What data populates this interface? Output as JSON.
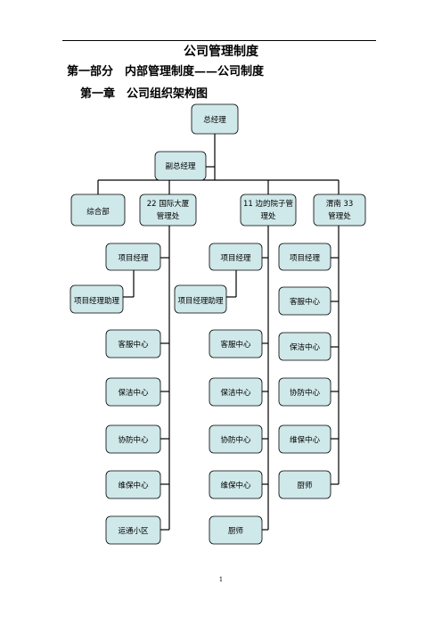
{
  "document": {
    "title": "公司管理制度",
    "part": "第一部分　内部管理制度——公司制度",
    "chapter": "第一章　公司组织架构图",
    "page_number": "1"
  },
  "org_chart": {
    "gm": "总经理",
    "deputy_gm": "副总经理",
    "depts": {
      "general": "综合部",
      "dept22": [
        "22 国际大厦",
        "管理处"
      ],
      "dept11": [
        "11 边的院子管",
        "理处"
      ],
      "weinan": [
        "渭南 33",
        "管理处"
      ]
    },
    "col22": {
      "pm": "项目经理",
      "pm_asst": "项目经理助理",
      "units": [
        "客服中心",
        "保洁中心",
        "协防中心",
        "维保中心",
        "运通小区"
      ]
    },
    "col11": {
      "pm": "项目经理",
      "pm_asst": "项目经理助理",
      "units": [
        "客服中心",
        "保洁中心",
        "协防中心",
        "维保中心",
        "厨师"
      ]
    },
    "colWeinan": {
      "pm": "项目经理",
      "units": [
        "客服中心",
        "保洁中心",
        "协防中心",
        "维保中心",
        "厨师"
      ]
    }
  }
}
